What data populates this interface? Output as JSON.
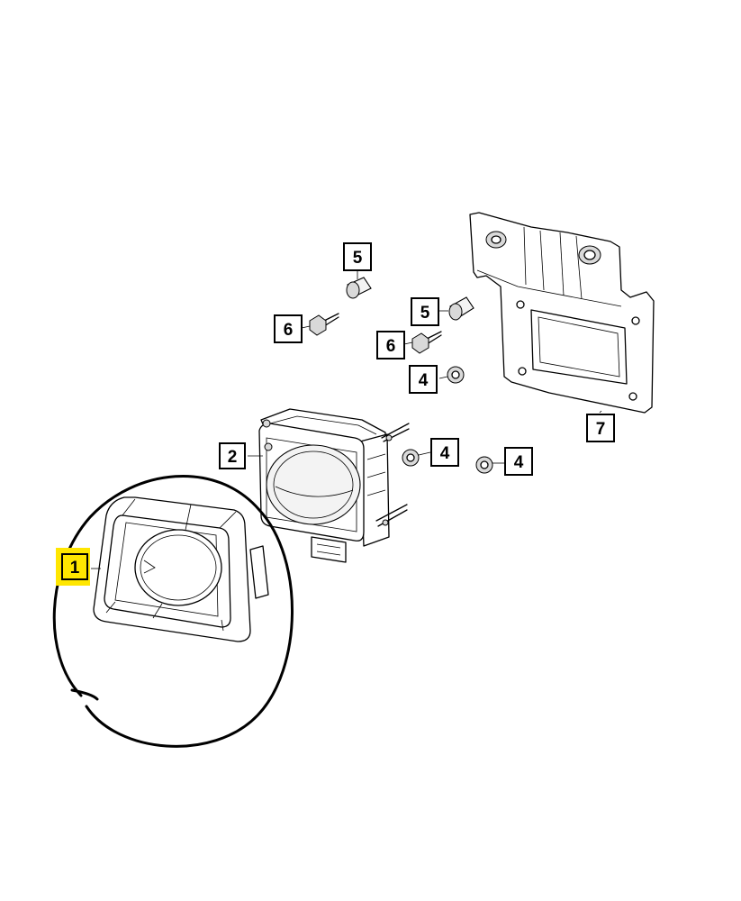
{
  "callouts": {
    "c1": "1",
    "c2": "2",
    "c4a": "4",
    "c4b": "4",
    "c4c": "4",
    "c5a": "5",
    "c5b": "5",
    "c6a": "6",
    "c6b": "6",
    "c7": "7"
  },
  "colors": {
    "highlight": "#ffe600",
    "ink": "#000000",
    "background": "#ffffff"
  }
}
